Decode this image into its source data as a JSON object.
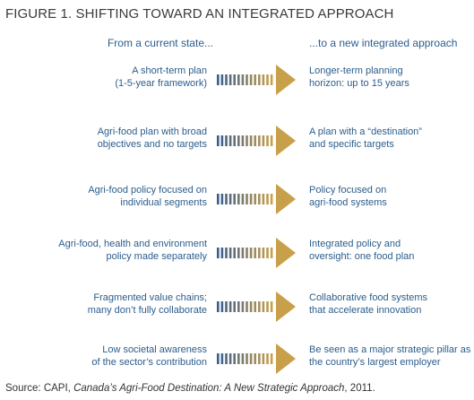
{
  "title": "FIGURE 1. SHIFTING TOWARD AN INTEGRATED APPROACH",
  "headers": {
    "left": "From a current state...",
    "right": "...to a new integrated approach"
  },
  "rows": [
    {
      "current": [
        "A short-term plan",
        "(1-5-year framework)"
      ],
      "future": [
        "Longer-term planning",
        "horizon: up to 15 years"
      ]
    },
    {
      "current": [
        "Agri-food plan with broad",
        "objectives and no targets"
      ],
      "future": [
        "A plan with a “destination”",
        "and specific targets"
      ]
    },
    {
      "current": [
        "Agri-food policy focused on",
        "individual segments"
      ],
      "future": [
        "Policy focused on",
        "agri-food systems"
      ]
    },
    {
      "current": [
        "Agri-food, health and environment",
        "policy made separately"
      ],
      "future": [
        "Integrated policy and",
        "oversight: one food plan"
      ]
    },
    {
      "current": [
        "Fragmented value chains;",
        "many don’t fully collaborate"
      ],
      "future": [
        "Collaborative food systems",
        "that accelerate innovation"
      ]
    },
    {
      "current": [
        "Low societal awareness",
        "of the sector’s contribution"
      ],
      "future": [
        "Be seen as a major strategic pillar as",
        "the country’s largest employer"
      ]
    }
  ],
  "source": {
    "prefix": "Source: CAPI, ",
    "italic": "Canada’s Agri-Food Destination: A New Strategic Approach",
    "suffix": ", 2011."
  },
  "colors": {
    "title": "#3a3a3a",
    "text_blue": "#2b5d8c",
    "arrow_gold": "#c9a04a",
    "arrow_blue": "#3a5e8c"
  }
}
